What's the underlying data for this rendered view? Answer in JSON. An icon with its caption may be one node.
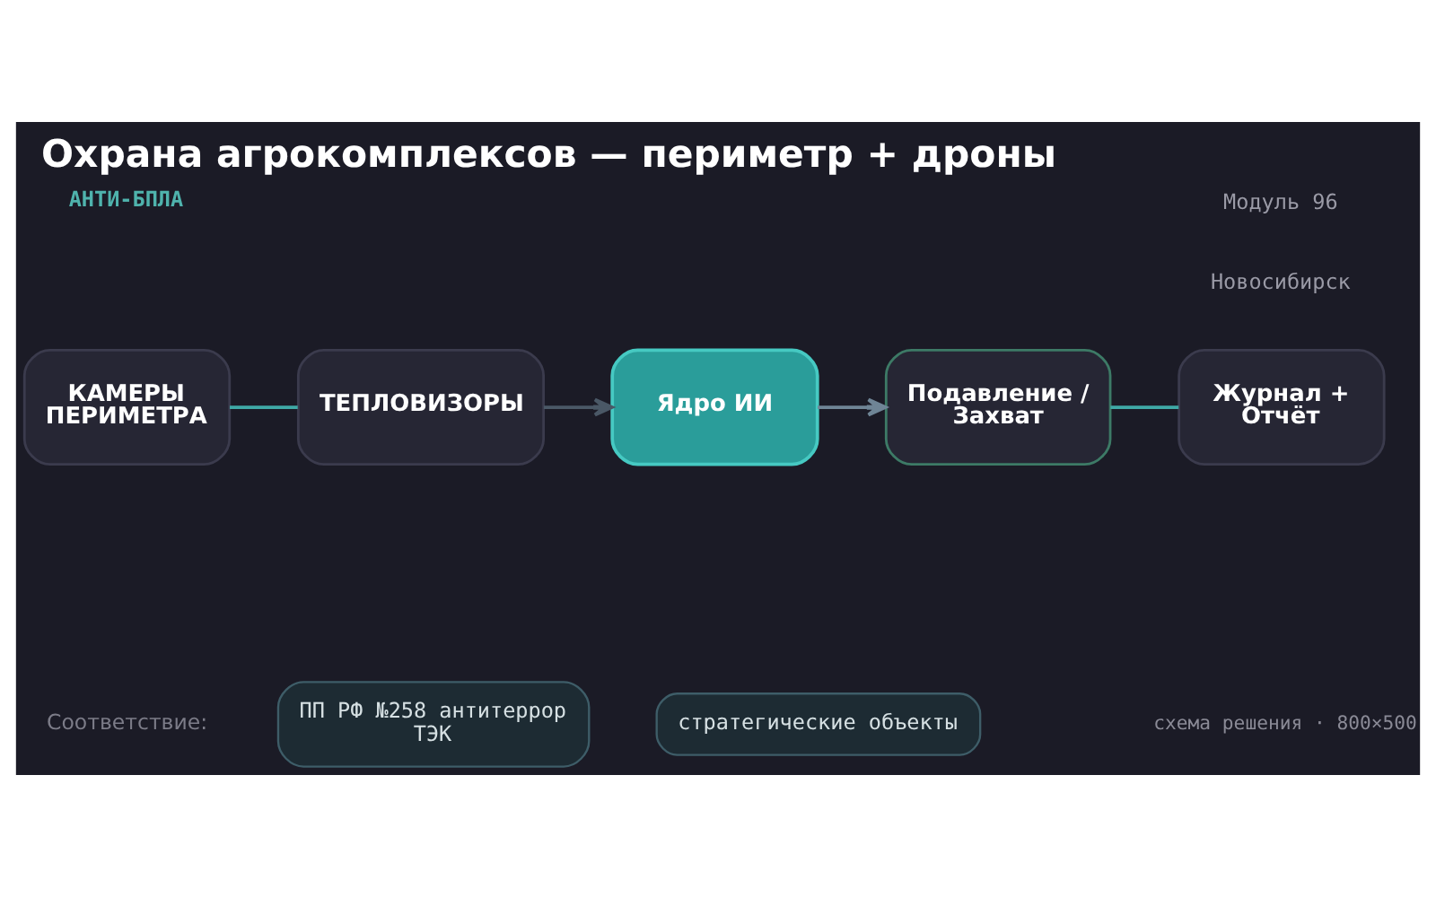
{
  "diagram": {
    "title": "Охрана агрокомплексов — периметр + дроны",
    "nodes": [
      {
        "text": [
          "КАМЕРЫ ПЕРИМЕТРА"
        ]
      },
      {
        "text": [
          "ТЕПЛОВИЗОРЫ"
        ]
      },
      {
        "text": [
          "Ядро ИИ"
        ]
      },
      {
        "text": [
          "Подавление / Захват"
        ]
      },
      {
        "text": [
          "Журнал + Отчёт"
        ]
      },
      {
        "text": [
          "ПП РФ №258 антитеррор ТЭК"
        ]
      },
      {
        "text": [
          "стратегические объекты"
        ]
      }
    ],
    "edges": [
      {
        "from": 0,
        "to": 1,
        "arrow": "none"
      },
      {
        "from": 1,
        "to": 2,
        "arrow": "to",
        "color": "#4a5866"
      },
      {
        "from": 2,
        "to": 3,
        "arrow": "to",
        "color": "#6f8596"
      },
      {
        "from": 3,
        "to": 4,
        "arrow": "none"
      }
    ],
    "labels": [
      "АНТИ-БПЛА",
      "Модуль 96",
      "Новосибирск",
      "Соответствие:",
      "схема решения · 800×500"
    ]
  }
}
